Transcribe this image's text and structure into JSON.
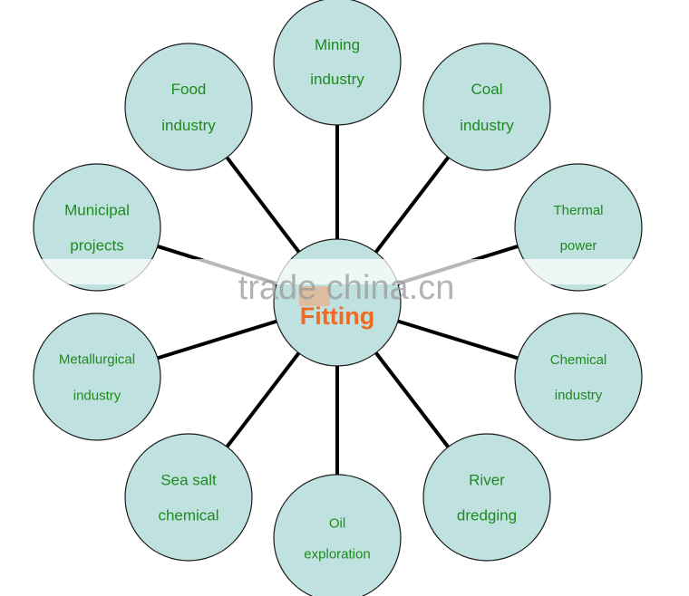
{
  "center": {
    "label": "Fitting"
  },
  "nodes": [
    {
      "id": "mining",
      "lines": [
        "Mining",
        "industry"
      ]
    },
    {
      "id": "coal",
      "lines": [
        "Coal",
        "industry"
      ]
    },
    {
      "id": "thermal",
      "lines": [
        "Thermal",
        "power"
      ]
    },
    {
      "id": "chemical",
      "lines": [
        "Chemical",
        "industry"
      ]
    },
    {
      "id": "river",
      "lines": [
        "River",
        "dredging"
      ]
    },
    {
      "id": "oil",
      "lines": [
        "Oil",
        "exploration"
      ]
    },
    {
      "id": "seasalt",
      "lines": [
        "Sea salt",
        "chemical"
      ]
    },
    {
      "id": "metallurgical",
      "lines": [
        "Metallurgical",
        "industry"
      ]
    },
    {
      "id": "municipal",
      "lines": [
        "Municipal",
        "projects"
      ]
    },
    {
      "id": "food",
      "lines": [
        "Food",
        "industry"
      ]
    }
  ],
  "watermark": {
    "text": "trade china.cn"
  },
  "colors": {
    "circle_fill": "#bfe1df",
    "label_text": "#1f8a1f",
    "center_text": "#f06a23",
    "connector": "#000000"
  }
}
